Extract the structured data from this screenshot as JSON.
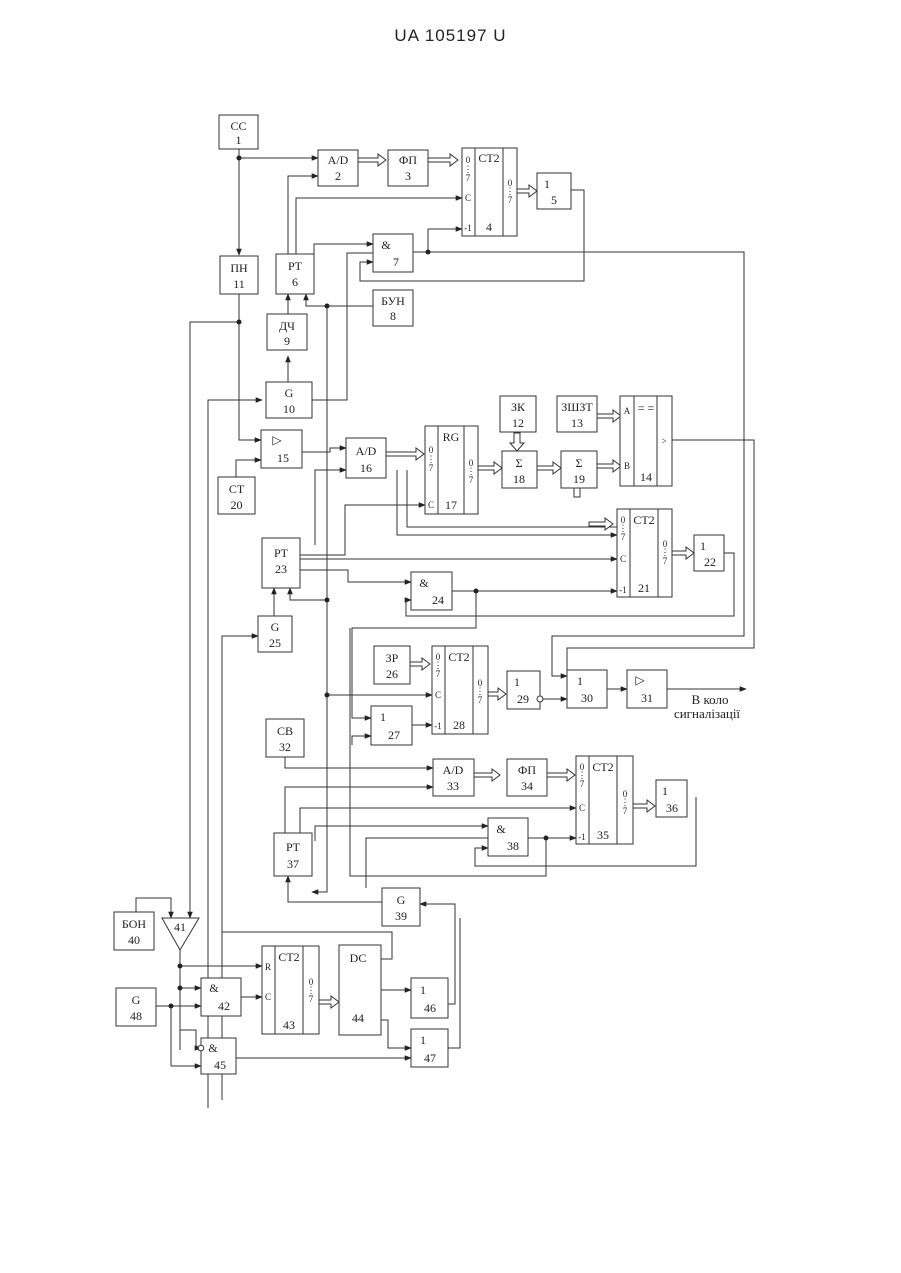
{
  "header": {
    "patent_id": "UA   105197   U"
  },
  "blocks": {
    "b1": {
      "name": "CC",
      "num": "1"
    },
    "b2": {
      "name": "A/D",
      "num": "2"
    },
    "b3": {
      "name": "ФП",
      "num": "3"
    },
    "b4": {
      "name": "CT2",
      "num": "4"
    },
    "b5": {
      "name": "1",
      "num": "5"
    },
    "b6": {
      "name": "PT",
      "num": "6"
    },
    "b7": {
      "name": "&",
      "num": "7"
    },
    "b8": {
      "name": "БУН",
      "num": "8"
    },
    "b9": {
      "name": "ДЧ",
      "num": "9"
    },
    "b10": {
      "name": "G",
      "num": "10"
    },
    "b11": {
      "name": "ПН",
      "num": "11"
    },
    "b12": {
      "name": "ЗК",
      "num": "12"
    },
    "b13": {
      "name": "ЗШЗТ",
      "num": "13"
    },
    "b14": {
      "name": "= =",
      "num": "14"
    },
    "b15": {
      "name": "▷",
      "num": "15"
    },
    "b16": {
      "name": "A/D",
      "num": "16"
    },
    "b17": {
      "name": "RG",
      "num": "17"
    },
    "b18": {
      "name": "Σ",
      "num": "18"
    },
    "b19": {
      "name": "Σ",
      "num": "19"
    },
    "b20": {
      "name": "CT",
      "num": "20"
    },
    "b21": {
      "name": "CT2",
      "num": "21"
    },
    "b22": {
      "name": "1",
      "num": "22"
    },
    "b23": {
      "name": "PT",
      "num": "23"
    },
    "b24": {
      "name": "&",
      "num": "24"
    },
    "b25": {
      "name": "G",
      "num": "25"
    },
    "b26": {
      "name": "ЗР",
      "num": "26"
    },
    "b27": {
      "name": "1",
      "num": "27"
    },
    "b28": {
      "name": "CT2",
      "num": "28"
    },
    "b29": {
      "name": "1",
      "num": "29"
    },
    "b30": {
      "name": "1",
      "num": "30"
    },
    "b31": {
      "name": "▷",
      "num": "31"
    },
    "b32": {
      "name": "CB",
      "num": "32"
    },
    "b33": {
      "name": "A/D",
      "num": "33"
    },
    "b34": {
      "name": "ФП",
      "num": "34"
    },
    "b35": {
      "name": "CT2",
      "num": "35"
    },
    "b36": {
      "name": "1",
      "num": "36"
    },
    "b37": {
      "name": "PT",
      "num": "37"
    },
    "b38": {
      "name": "&",
      "num": "38"
    },
    "b39": {
      "name": "G",
      "num": "39"
    },
    "b40": {
      "name": "БОН",
      "num": "40"
    },
    "b41": {
      "name": "",
      "num": "41"
    },
    "b42": {
      "name": "&",
      "num": "42"
    },
    "b43": {
      "name": "CT2",
      "num": "43"
    },
    "b44": {
      "name": "DC",
      "num": "44"
    },
    "b45": {
      "name": "&",
      "num": "45"
    },
    "b46": {
      "name": "1",
      "num": "46"
    },
    "b47": {
      "name": "1",
      "num": "47"
    },
    "b48": {
      "name": "G",
      "num": "48"
    }
  },
  "pins": {
    "zero": "0",
    "seven": "7",
    "dots": "⋮",
    "c": "C",
    "minus1": "-1",
    "r": "R",
    "a": "A",
    "b": "B",
    "gt": ">"
  },
  "output_label": {
    "line1": "В коло",
    "line2": "сигналізації"
  }
}
